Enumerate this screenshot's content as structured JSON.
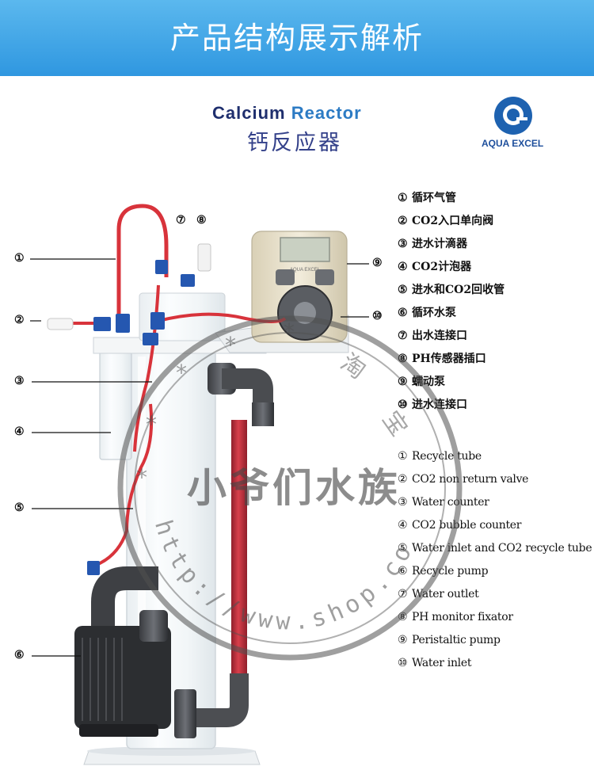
{
  "header": {
    "title": "产品结构展示解析"
  },
  "product": {
    "name_en_1": "Calcium",
    "name_en_2": "Reactor",
    "name_cn": "钙反应器"
  },
  "brand": {
    "name": "AQUA EXCEL",
    "logo_icon": "aqua-excel-logo-icon",
    "color": "#1e62b0"
  },
  "callouts": [
    "①",
    "②",
    "③",
    "④",
    "⑤",
    "⑥",
    "⑦",
    "⑧",
    "⑨",
    "⑩"
  ],
  "legend_cn": [
    {
      "num": "①",
      "label": "循环气管"
    },
    {
      "num": "②",
      "label": "CO2入口单向阀"
    },
    {
      "num": "③",
      "label": "进水计滴器"
    },
    {
      "num": "④",
      "label": "CO2计泡器"
    },
    {
      "num": "⑤",
      "label": "进水和CO2回收管"
    },
    {
      "num": "⑥",
      "label": "循环水泵"
    },
    {
      "num": "⑦",
      "label": "出水连接口"
    },
    {
      "num": "⑧",
      "label": "PH传感器插口"
    },
    {
      "num": "⑨",
      "label": "蠕动泵"
    },
    {
      "num": "⑩",
      "label": "进水连接口"
    }
  ],
  "legend_en": [
    {
      "num": "①",
      "label": "Recycle tube"
    },
    {
      "num": "②",
      "label": "CO2 non return valve"
    },
    {
      "num": "③",
      "label": "Water counter"
    },
    {
      "num": "④",
      "label": "CO2 bubble counter"
    },
    {
      "num": "⑤",
      "label": "Water inlet and CO2 recycle tube"
    },
    {
      "num": "⑥",
      "label": "Recycle pump"
    },
    {
      "num": "⑦",
      "label": "Water outlet"
    },
    {
      "num": "⑧",
      "label": "PH monitor fixator"
    },
    {
      "num": "⑨",
      "label": "Peristaltic pump"
    },
    {
      "num": "⑩",
      "label": "Water inlet"
    }
  ],
  "pump_display": {
    "brand_small": "AQUA EXCEL"
  },
  "watermark": {
    "text": "小爷们水族",
    "url": "http://www.shop.com",
    "side_1": "淘",
    "side_2": "宝"
  },
  "colors": {
    "banner": "#3aa3e6",
    "tube_red": "#d8333b",
    "pipe_red": "#c4313f",
    "fitting_blue": "#2557b0",
    "pump_cream": "#e8e0c8"
  }
}
